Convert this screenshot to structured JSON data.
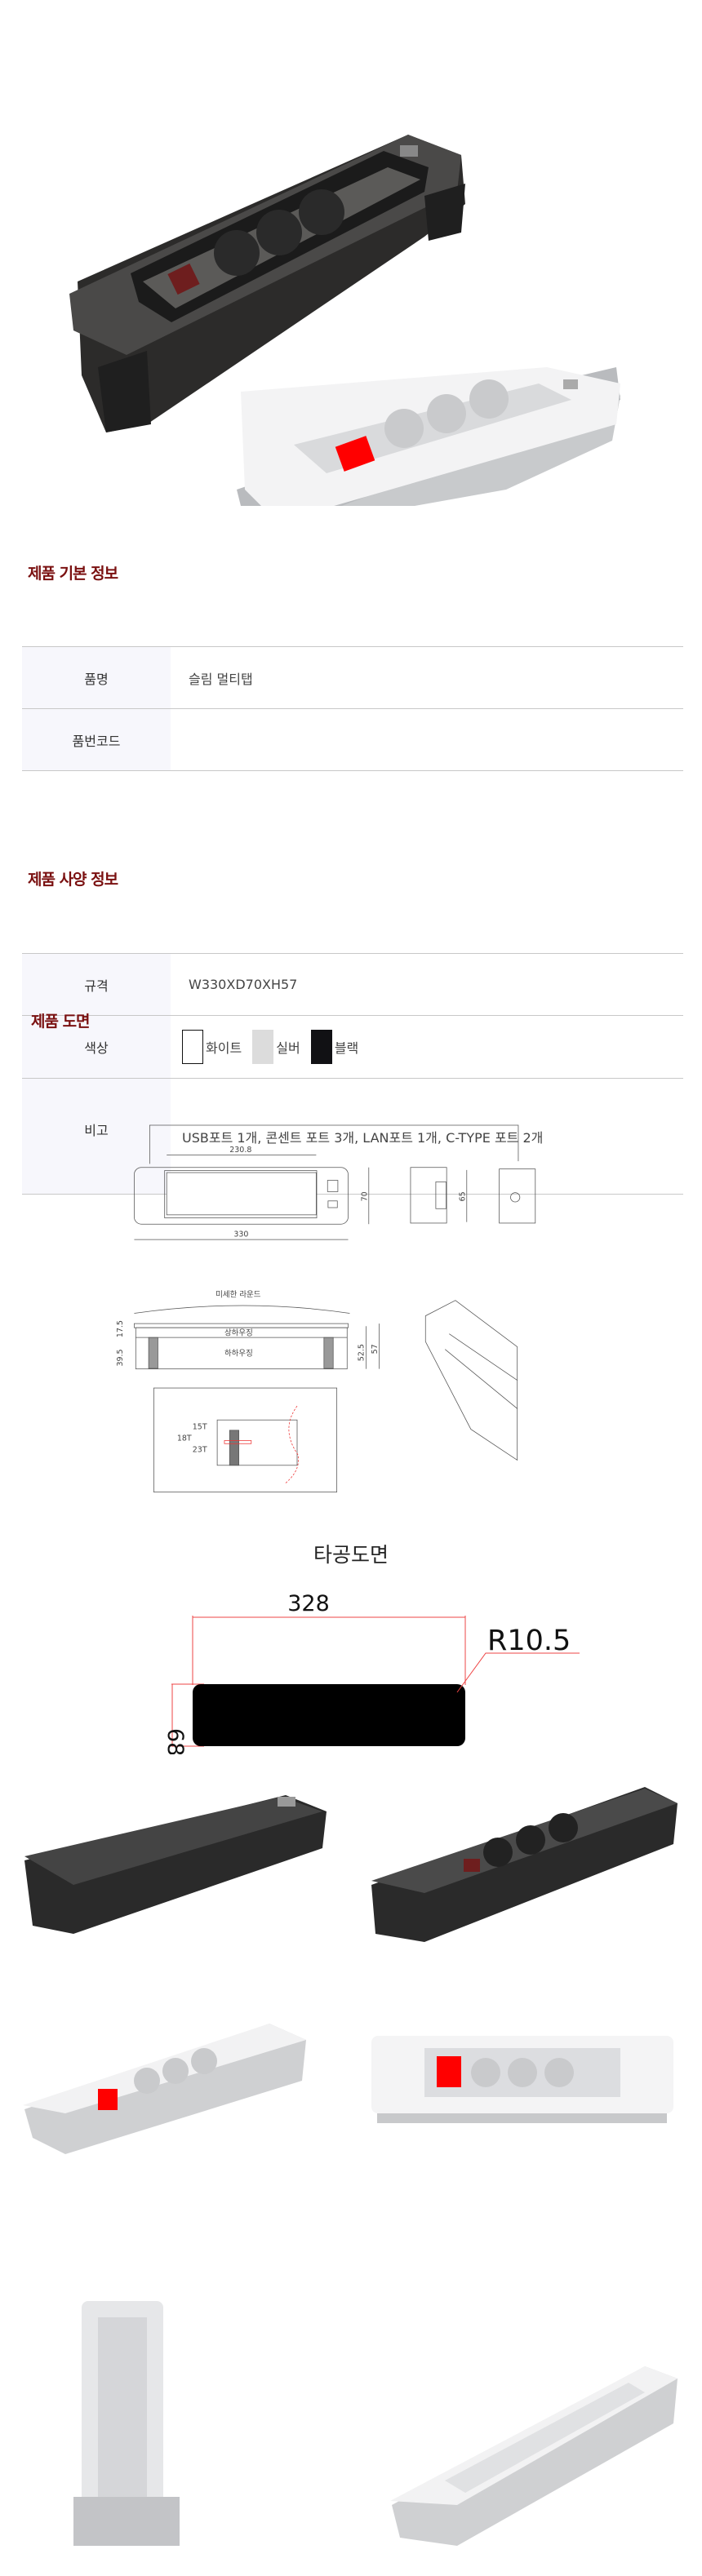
{
  "basic_info": {
    "title": "제품 기본 정보",
    "rows": [
      {
        "label": "품명",
        "value": "슬림 멀티탭"
      },
      {
        "label": "품번코드",
        "value": ""
      }
    ]
  },
  "spec_info": {
    "title": "제품 사양 정보",
    "size_label": "규격",
    "size_value": "W330XD70XH57",
    "color_label": "색상",
    "colors": [
      {
        "name": "화이트",
        "hex": "#ffffff"
      },
      {
        "name": "실버",
        "hex": "#dcdcdc"
      },
      {
        "name": "블랙",
        "hex": "#111114"
      }
    ],
    "note_label": "비고",
    "note_value": "USB포트 1개, 콘센트 포트 3개, LAN포트 1개, C-TYPE 포트 2개"
  },
  "drawing": {
    "title": "제품 도면",
    "dims": {
      "inner_width": "230.8",
      "total_width": "330",
      "depth": "70",
      "side_depth": "65",
      "round_note": "미세한 라운드",
      "upper_housing": "상하우징",
      "lower_housing": "하하우징",
      "h_upper": "17.5",
      "h_lower": "39.5",
      "h_mid": "52.5",
      "h_total": "57",
      "t15": "15T",
      "t18": "18T",
      "t23": "23T"
    }
  },
  "cutout": {
    "title": "타공도면",
    "width": "328",
    "height": "68",
    "radius": "R10.5"
  }
}
